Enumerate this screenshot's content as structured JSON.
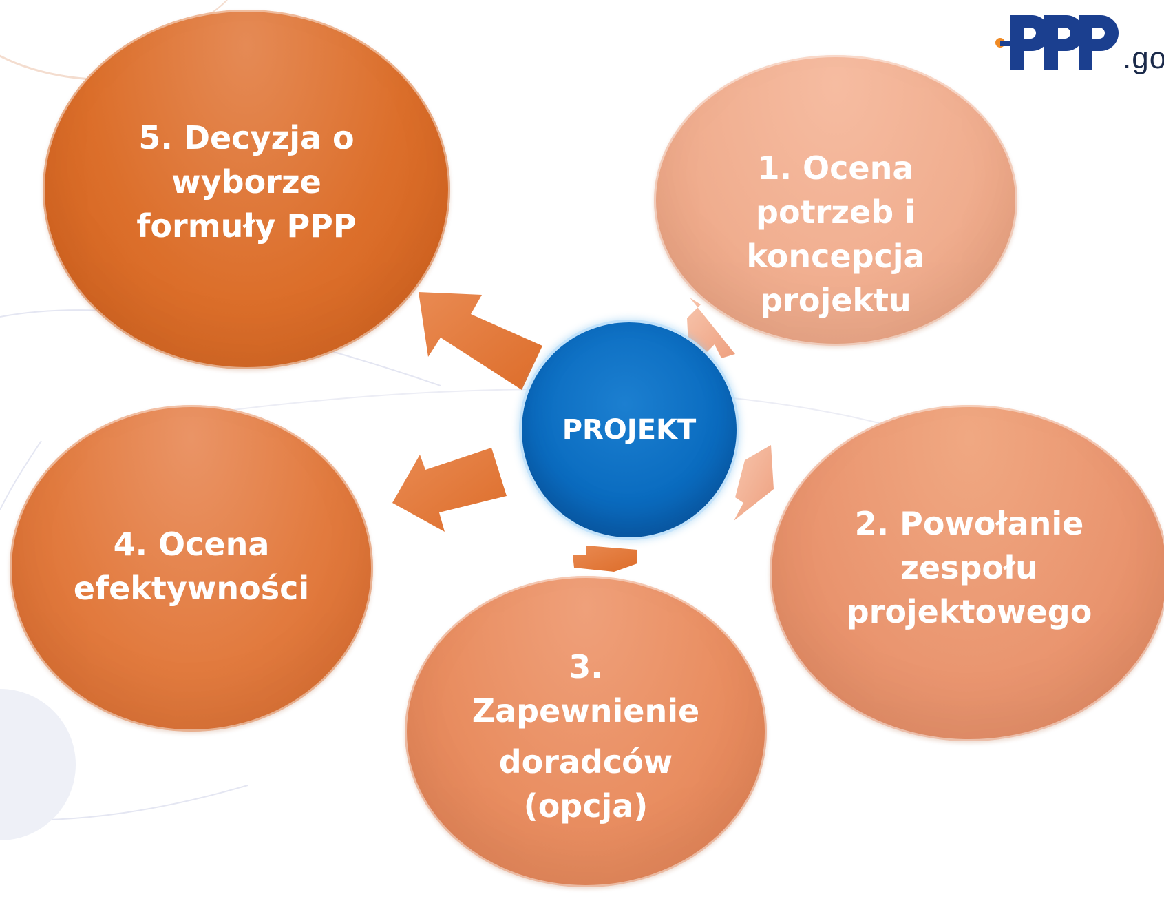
{
  "logo": {
    "mark": "PPP",
    "suffix": ".go"
  },
  "center": {
    "label": "PROJEKT",
    "color": "#0a6cc0"
  },
  "steps": [
    {
      "number": "1",
      "lines": [
        "1. Ocena",
        "potrzeb i",
        "koncepcja",
        "projektu"
      ],
      "color": "#f0ad8e"
    },
    {
      "number": "2",
      "lines": [
        "2. Powołanie",
        "zespołu",
        "projektowego"
      ],
      "color": "#ea9670"
    },
    {
      "number": "3",
      "lines": [
        "3.",
        "Zapewnienie",
        "doradców",
        "(opcja)"
      ],
      "color": "#e98e61"
    },
    {
      "number": "4",
      "lines": [
        "4. Ocena",
        "efektywności"
      ],
      "color": "#e27b3f"
    },
    {
      "number": "5",
      "lines": [
        "5. Decyzja o",
        "wyborze",
        "formuły PPP"
      ],
      "color": "#dc6f2b"
    }
  ],
  "colors": {
    "logo_blue": "#1b3f8f",
    "logo_orange": "#f08a24",
    "arrow_dark": "#e0773a",
    "arrow_light": "#f3b395"
  }
}
